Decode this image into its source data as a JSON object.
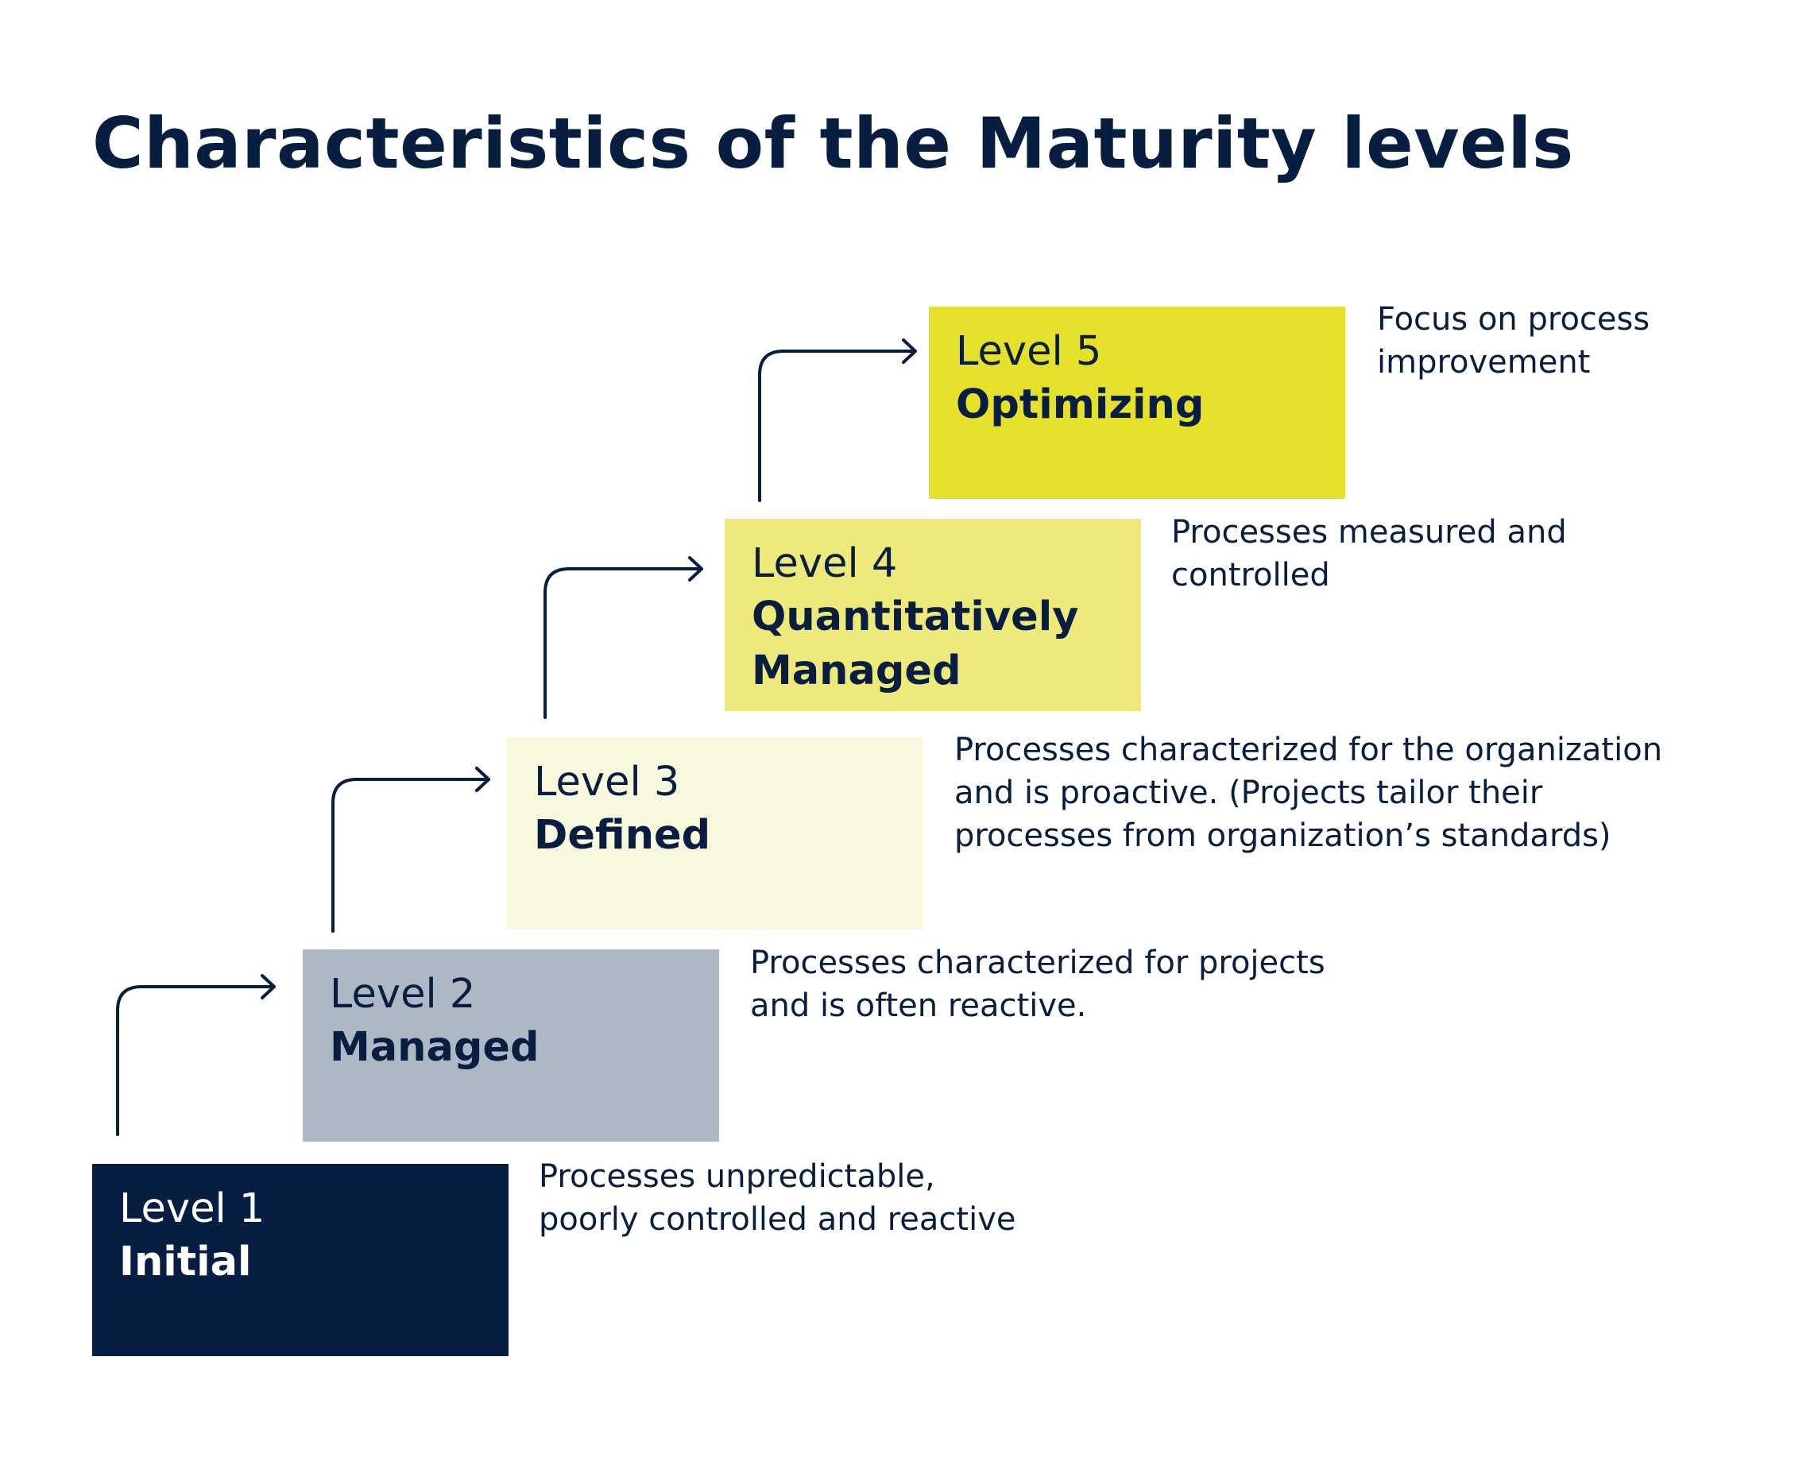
{
  "title": "Characteristics of the Maturity levels",
  "levels": [
    {
      "level": "Level 1",
      "name": "Initial",
      "description_lines": [
        "Processes unpredictable,",
        "poorly controlled and reactive"
      ],
      "color": "#061e41"
    },
    {
      "level": "Level 2",
      "name": "Managed",
      "description_lines": [
        "Processes characterized for projects",
        "and is often reactive."
      ],
      "color": "#aeb8c5"
    },
    {
      "level": "Level 3",
      "name": "Defined",
      "description_lines": [
        "Processes characterized for the organization",
        "and is proactive. (Projects tailor their",
        "processes from organization’s standards)"
      ],
      "color": "#f8f8de"
    },
    {
      "level": "Level 4",
      "name_lines": [
        "Quantitatively",
        "Managed"
      ],
      "description_lines": [
        "Processes measured and",
        "controlled"
      ],
      "color": "#ede97b"
    },
    {
      "level": "Level 5",
      "name": "Optimizing",
      "description_lines": [
        "Focus on process",
        "improvement"
      ],
      "color": "#e5e12b"
    }
  ],
  "text_color": "#071e40"
}
